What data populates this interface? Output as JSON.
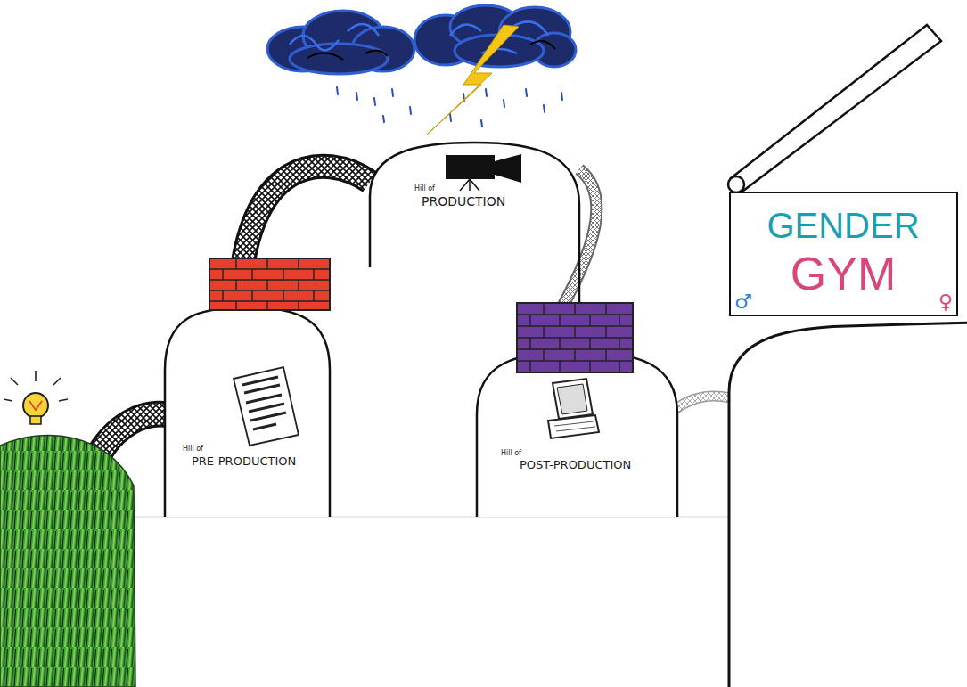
{
  "diagram": {
    "nodes": [
      {
        "text": [
          "Hill of",
          "PRODUCTION"
        ]
      },
      {
        "text": [
          "Hill of",
          "PRE-PRODUCTION"
        ]
      },
      {
        "text": [
          "Hill of",
          "POST-PRODUCTION"
        ]
      },
      {
        "text": [
          "GENDER",
          "GYM",
          "♂",
          "♀"
        ]
      }
    ],
    "edges": [
      {
        "from": 1,
        "to": 0,
        "arrow": "none"
      },
      {
        "from": 0,
        "to": 2,
        "arrow": "none"
      }
    ]
  }
}
